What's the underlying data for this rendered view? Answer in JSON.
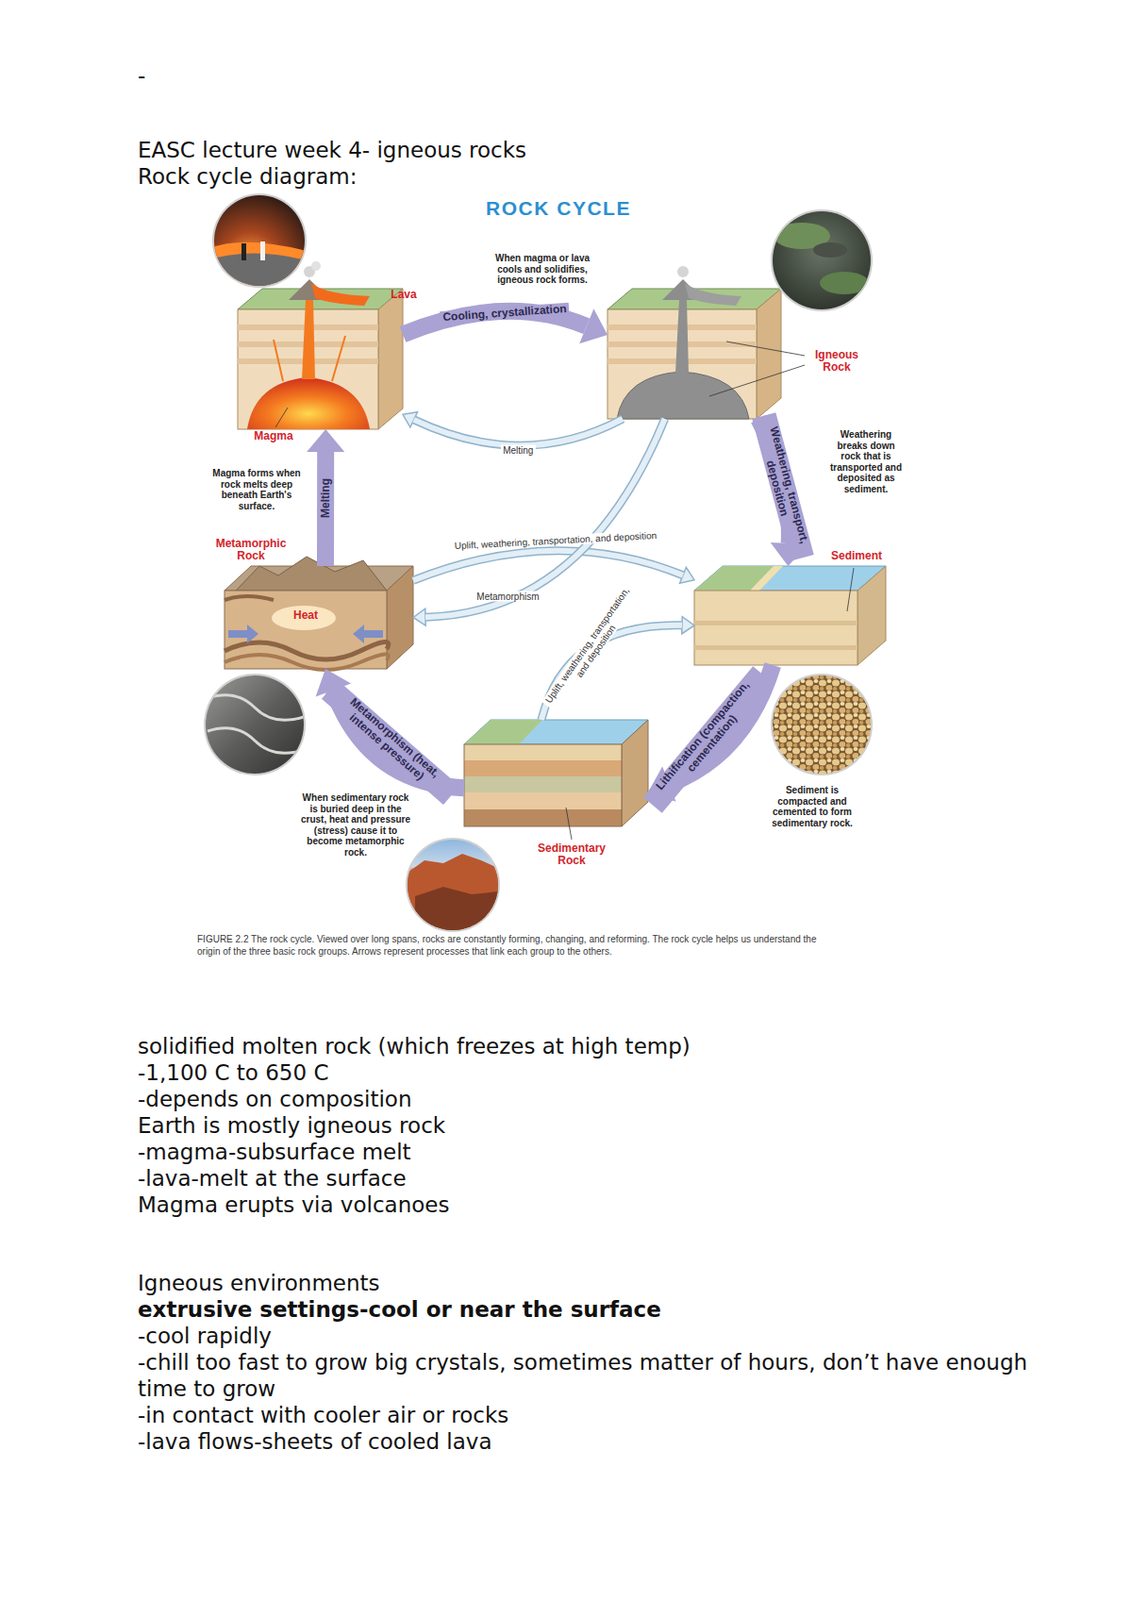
{
  "diagram": {
    "title": "ROCK CYCLE",
    "caption": "FIGURE 2.2 The rock cycle. Viewed over long spans, rocks are constantly forming, changing, and reforming. The rock cycle helps us understand the origin of the three basic rock groups. Arrows represent processes that link each group to the others.",
    "nodes": [
      {
        "text": [
          "Lava",
          "Magma"
        ]
      },
      {
        "text": [
          "Igneous Rock"
        ]
      },
      {
        "text": [
          "Metamorphic Rock",
          "Heat"
        ]
      },
      {
        "text": [
          "Sediment"
        ]
      },
      {
        "text": [
          "Sedimentary Rock"
        ]
      }
    ],
    "edges": [
      {
        "from": 0,
        "to": 1,
        "arrow": "to",
        "label": "Cooling, crystallization"
      },
      {
        "from": 1,
        "to": 0,
        "arrow": "to",
        "label": "Melting"
      },
      {
        "from": 1,
        "to": 3,
        "arrow": "to",
        "label": "Weathering, transport, deposition"
      },
      {
        "from": 3,
        "to": 4,
        "arrow": "to",
        "label": "Lithification (compaction, cementation)"
      },
      {
        "from": 4,
        "to": 2,
        "arrow": "to",
        "label": "Metamorphism (heat, intense pressure)"
      },
      {
        "from": 2,
        "to": 0,
        "arrow": "to",
        "label": "Melting"
      },
      {
        "from": 2,
        "to": 3,
        "arrow": "to",
        "label": "Uplift, weathering, transportation, and deposition"
      },
      {
        "from": 1,
        "to": 2,
        "arrow": "to",
        "label": "Metamorphism"
      },
      {
        "from": 4,
        "to": 3,
        "arrow": "to",
        "label": "Uplift, weathering, transportation, and deposition"
      }
    ],
    "labels": [
      "-",
      "EASC lecture week 4- igneous rocks",
      "Rock cycle diagram:",
      "When magma or lava cools and solidifies, igneous rock forms.",
      "Weathering breaks down rock that is transported and deposited as sediment.",
      "Magma forms when rock melts deep beneath Earth's surface.",
      "When sedimentary rock is buried deep in the crust, heat and pressure (stress) cause it to become metamorphic rock.",
      "Sediment is compacted and cemented to form sedimentary rock.",
      "solidified molten rock (which freezes at high temp)",
      "-1,100 C to 650 C",
      "-depends on composition",
      "Earth is mostly igneous rock",
      "-magma-subsurface melt",
      "-lava-melt at the surface",
      "Magma erupts via volcanoes",
      "Igneous environments",
      "extrusive settings-cool or near the surface",
      "-cool rapidly",
      "-chill too fast to grow big crystals, sometimes matter of hours, don’t have enough time to grow",
      "-in contact with cooler air or rocks",
      "-lava flows-sheets of cooled lava"
    ]
  }
}
